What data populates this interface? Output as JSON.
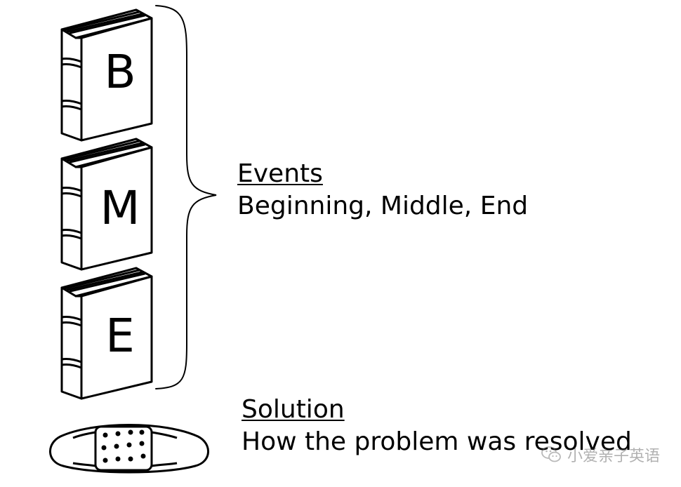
{
  "books": [
    {
      "letter": "B"
    },
    {
      "letter": "M"
    },
    {
      "letter": "E"
    }
  ],
  "events": {
    "heading": "Events",
    "body": "Beginning, Middle, End"
  },
  "solution": {
    "heading": "Solution",
    "body": "How the problem was resolved"
  },
  "watermark": {
    "icon": "wechat-icon",
    "text": "小爱亲子英语"
  }
}
